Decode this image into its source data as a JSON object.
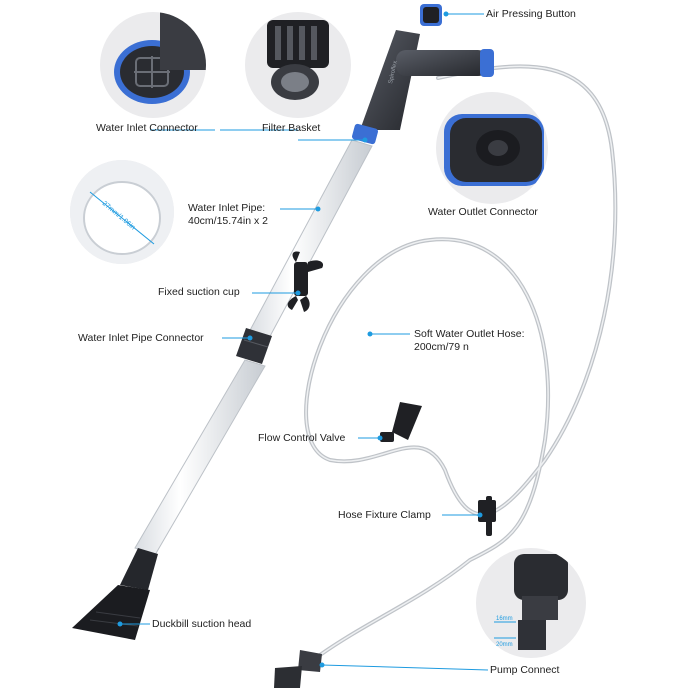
{
  "labels": {
    "air_pressing_button": "Air Pressing Button",
    "water_inlet_connector": "Water Inlet Connector",
    "filter_basket": "Filter Basket",
    "water_outlet_connector": "Water Outlet Connector",
    "water_inlet_pipe_line1": "Water Inlet Pipe:",
    "water_inlet_pipe_line2": "40cm/15.74in x 2",
    "fixed_suction_cup": "Fixed suction cup",
    "water_inlet_pipe_connector": "Water Inlet Pipe Connector",
    "soft_hose_line1": "Soft Water Outlet Hose:",
    "soft_hose_line2": "200cm/79 n",
    "flow_control_valve": "Flow Control Valve",
    "hose_fixture_clamp": "Hose Fixture Clamp",
    "duckbill_suction_head": "Duckbill suction head",
    "pump_connect": "Pump Connect"
  },
  "dimensions": {
    "pipe_diameter": "27mm/1.06in",
    "pump_inner": "16mm",
    "pump_outer": "20mm"
  },
  "colors": {
    "accent_blue": "#3b6fd4",
    "callout_blue": "#1e9be0",
    "body_dark": "#3c3f47",
    "hose": "#c9ccd0"
  }
}
